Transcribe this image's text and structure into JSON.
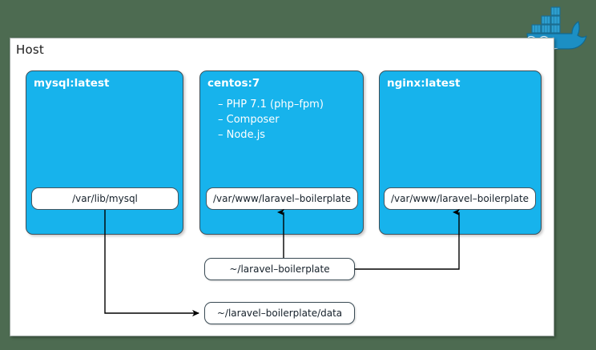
{
  "diagram": {
    "background_color": "#4d6b51",
    "container_color": "#17b3ec",
    "panel_color": "#ffffff"
  },
  "logo": {
    "name": "docker-whale-logo",
    "alt": "Docker"
  },
  "host": {
    "label": "Host"
  },
  "containers": [
    {
      "id": "mysql",
      "title": "mysql:latest",
      "features": [],
      "volume": "/var/lib/mysql"
    },
    {
      "id": "centos",
      "title": "centos:7",
      "features": [
        "– PHP 7.1 (php–fpm)",
        "– Composer",
        "– Node.js"
      ],
      "volume": "/var/www/laravel–boilerplate"
    },
    {
      "id": "nginx",
      "title": "nginx:latest",
      "features": [],
      "volume": "/var/www/laravel–boilerplate"
    }
  ],
  "host_paths": [
    {
      "id": "project-root",
      "label": "~/laravel–boilerplate"
    },
    {
      "id": "data-dir",
      "label": "~/laravel–boilerplate/data"
    }
  ]
}
